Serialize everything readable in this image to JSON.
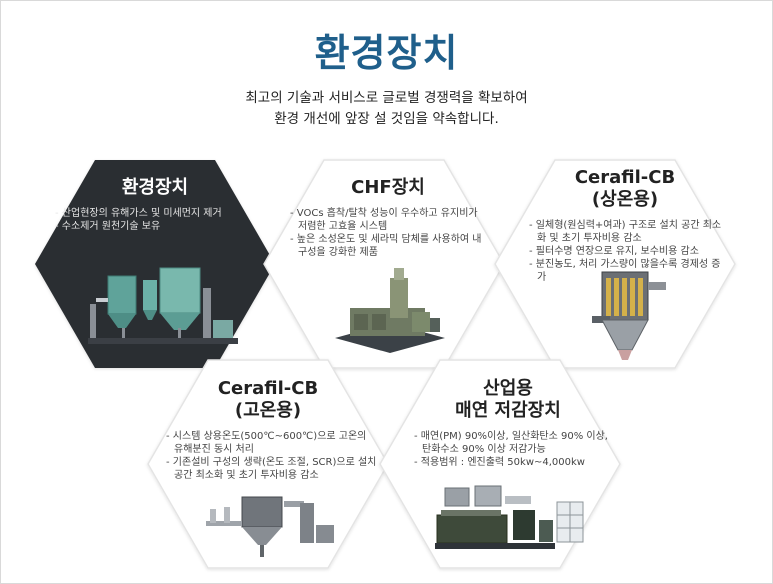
{
  "page": {
    "title": "환경장치",
    "subtitle_lines": [
      "최고의 기술과 서비스로 글로벌 경쟁력을 확보하여",
      "환경 개선에 앞장 설 것임을 약속합니다."
    ]
  },
  "cards": [
    {
      "title_lines": [
        "환경장치"
      ],
      "bullets": [
        "산업현장의 유해가스 및 미세먼지 제거",
        "수소제거 원천기술 보유"
      ],
      "image": "dust-collector-plant-icon"
    },
    {
      "title_lines": [
        "CHF장치"
      ],
      "bullets": [
        "VOCs 흡착/탈착 성능이 우수하고 유지비가 저렴한 고효율 시스템",
        "높은 소성온도 및 세라믹 담체를 사용하여 내구성을 강화한 제품"
      ],
      "image": "chf-unit-icon"
    },
    {
      "title_lines": [
        "Cerafil-CB",
        "(상온용)"
      ],
      "bullets": [
        "일체형(원심력+여과) 구조로 설치 공간 최소화 및 초기 투자비용 감소",
        "필터수명 연장으로 유지, 보수비용 감소",
        "분진농도, 처리 가스량이 많을수록 경제성 증가"
      ],
      "image": "cerafil-cutaway-icon"
    },
    {
      "title_lines": [
        "Cerafil-CB",
        "(고온용)"
      ],
      "bullets": [
        "시스템 상용온도(500℃~600℃)으로 고온의 유해분진 동시 처리",
        "기존설비 구성의 생략(온도 조절, SCR)으로 설치공간 최소화 및 초기 투자비용 감소"
      ],
      "image": "high-temp-filter-icon"
    },
    {
      "title_lines": [
        "산업용",
        "매연 저감장치"
      ],
      "bullets": [
        "매연(PM) 90%이상, 일산화탄소 90% 이상, 탄화수소 90% 이상 저감가능",
        "적용범위 : 엔진출력 50kw~4,000kw"
      ],
      "image": "engine-exhaust-system-icon"
    }
  ],
  "colors": {
    "title": "#1f5f8b",
    "dark_hex": "#2b2e33",
    "hex_border": "#e4e4e4"
  }
}
